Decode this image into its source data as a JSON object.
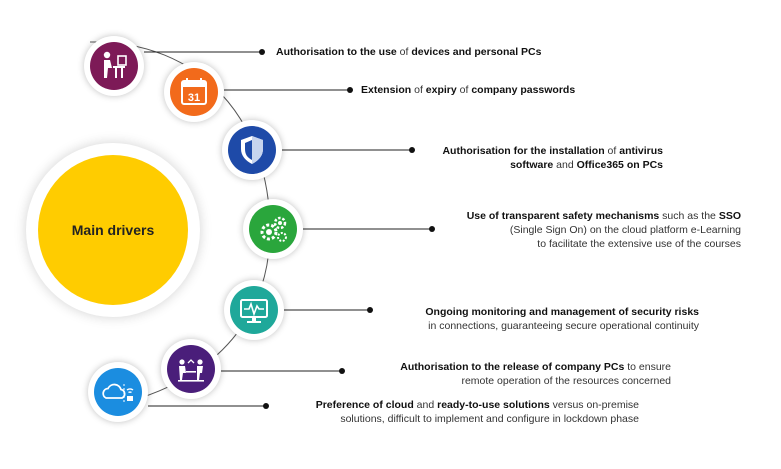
{
  "main": {
    "label": "Main drivers"
  },
  "items": [
    {
      "icon": "person-with-laptop-icon",
      "color": "#7d1a57",
      "lines": [
        [
          {
            "t": "Authorisation to the use",
            "b": true
          },
          {
            "t": " of ",
            "b": false
          },
          {
            "t": "devices and personal PCs",
            "b": true
          }
        ]
      ]
    },
    {
      "icon": "calendar-icon",
      "color": "#f26a1b",
      "calendar_day": "31",
      "lines": [
        [
          {
            "t": "Extension",
            "b": true
          },
          {
            "t": " of ",
            "b": false
          },
          {
            "t": "expiry",
            "b": true
          },
          {
            "t": " of ",
            "b": false
          },
          {
            "t": "company passwords",
            "b": true
          }
        ]
      ]
    },
    {
      "icon": "shield-icon",
      "color": "#1e4aa8",
      "lines": [
        [
          {
            "t": "Authorisation for the installation",
            "b": true
          },
          {
            "t": " of ",
            "b": false
          },
          {
            "t": "antivirus",
            "b": true
          }
        ],
        [
          {
            "t": "software",
            "b": true
          },
          {
            "t": " and ",
            "b": false
          },
          {
            "t": "Office365 on PCs",
            "b": true
          }
        ]
      ]
    },
    {
      "icon": "gears-icon",
      "color": "#2aa63c",
      "lines": [
        [
          {
            "t": "Use of transparent safety mechanisms",
            "b": true
          },
          {
            "t": " such as the ",
            "b": false
          },
          {
            "t": "SSO",
            "b": true
          }
        ],
        [
          {
            "t": "(Single Sign On) on the cloud platform e-Learning",
            "b": false
          }
        ],
        [
          {
            "t": "to facilitate the extensive use of the courses",
            "b": false
          }
        ]
      ]
    },
    {
      "icon": "monitor-pulse-icon",
      "color": "#1fa89a",
      "lines": [
        [
          {
            "t": "Ongoing monitoring and management of security risks",
            "b": true
          }
        ],
        [
          {
            "t": "in connections, guaranteeing secure operational continuity",
            "b": false
          }
        ]
      ]
    },
    {
      "icon": "remote-people-icon",
      "color": "#4a1e7a",
      "lines": [
        [
          {
            "t": "Authorisation to the release of company PCs",
            "b": true
          },
          {
            "t": " to ensure",
            "b": false
          }
        ],
        [
          {
            "t": "remote operation of the resources concerned",
            "b": false
          }
        ]
      ]
    },
    {
      "icon": "cloud-wifi-icon",
      "color": "#1b8de0",
      "lines": [
        [
          {
            "t": "Preference of cloud",
            "b": true
          },
          {
            "t": " and ",
            "b": false
          },
          {
            "t": "ready-to-use solutions",
            "b": true
          },
          {
            "t": " versus on-premise",
            "b": false
          }
        ],
        [
          {
            "t": "solutions, difficult to implement and configure in lockdown phase",
            "b": false
          }
        ]
      ]
    }
  ]
}
